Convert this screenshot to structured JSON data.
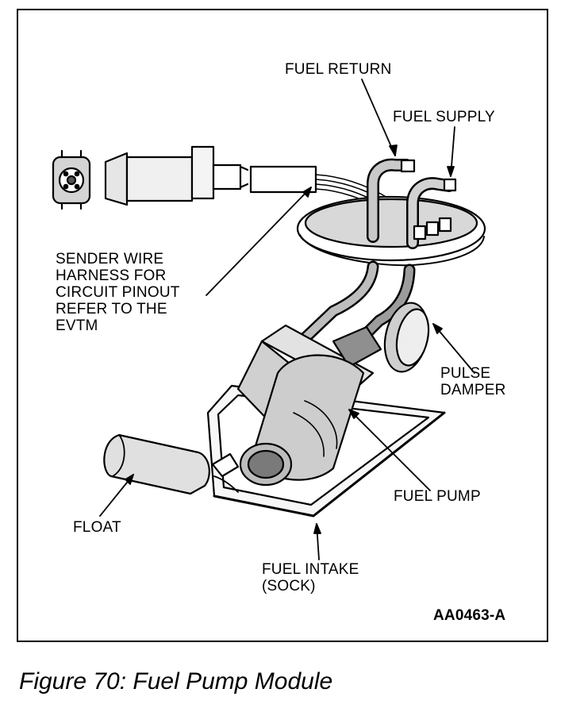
{
  "labels": {
    "fuel_return": "FUEL RETURN",
    "fuel_supply": "FUEL SUPPLY",
    "sender_harness": "SENDER WIRE\nHARNESS FOR\nCIRCUIT PINOUT\nREFER TO THE\nEVTM",
    "pulse_damper": "PULSE\nDAMPER",
    "fuel_pump": "FUEL PUMP",
    "float": "FLOAT",
    "fuel_intake": "FUEL INTAKE\n(SOCK)"
  },
  "figure_code": "AA0463-A",
  "caption": "Figure 70: Fuel Pump Module",
  "colors": {
    "ink": "#000000",
    "paper": "#ffffff",
    "shade": "#bdbdbd",
    "dark": "#6a6a6a"
  }
}
